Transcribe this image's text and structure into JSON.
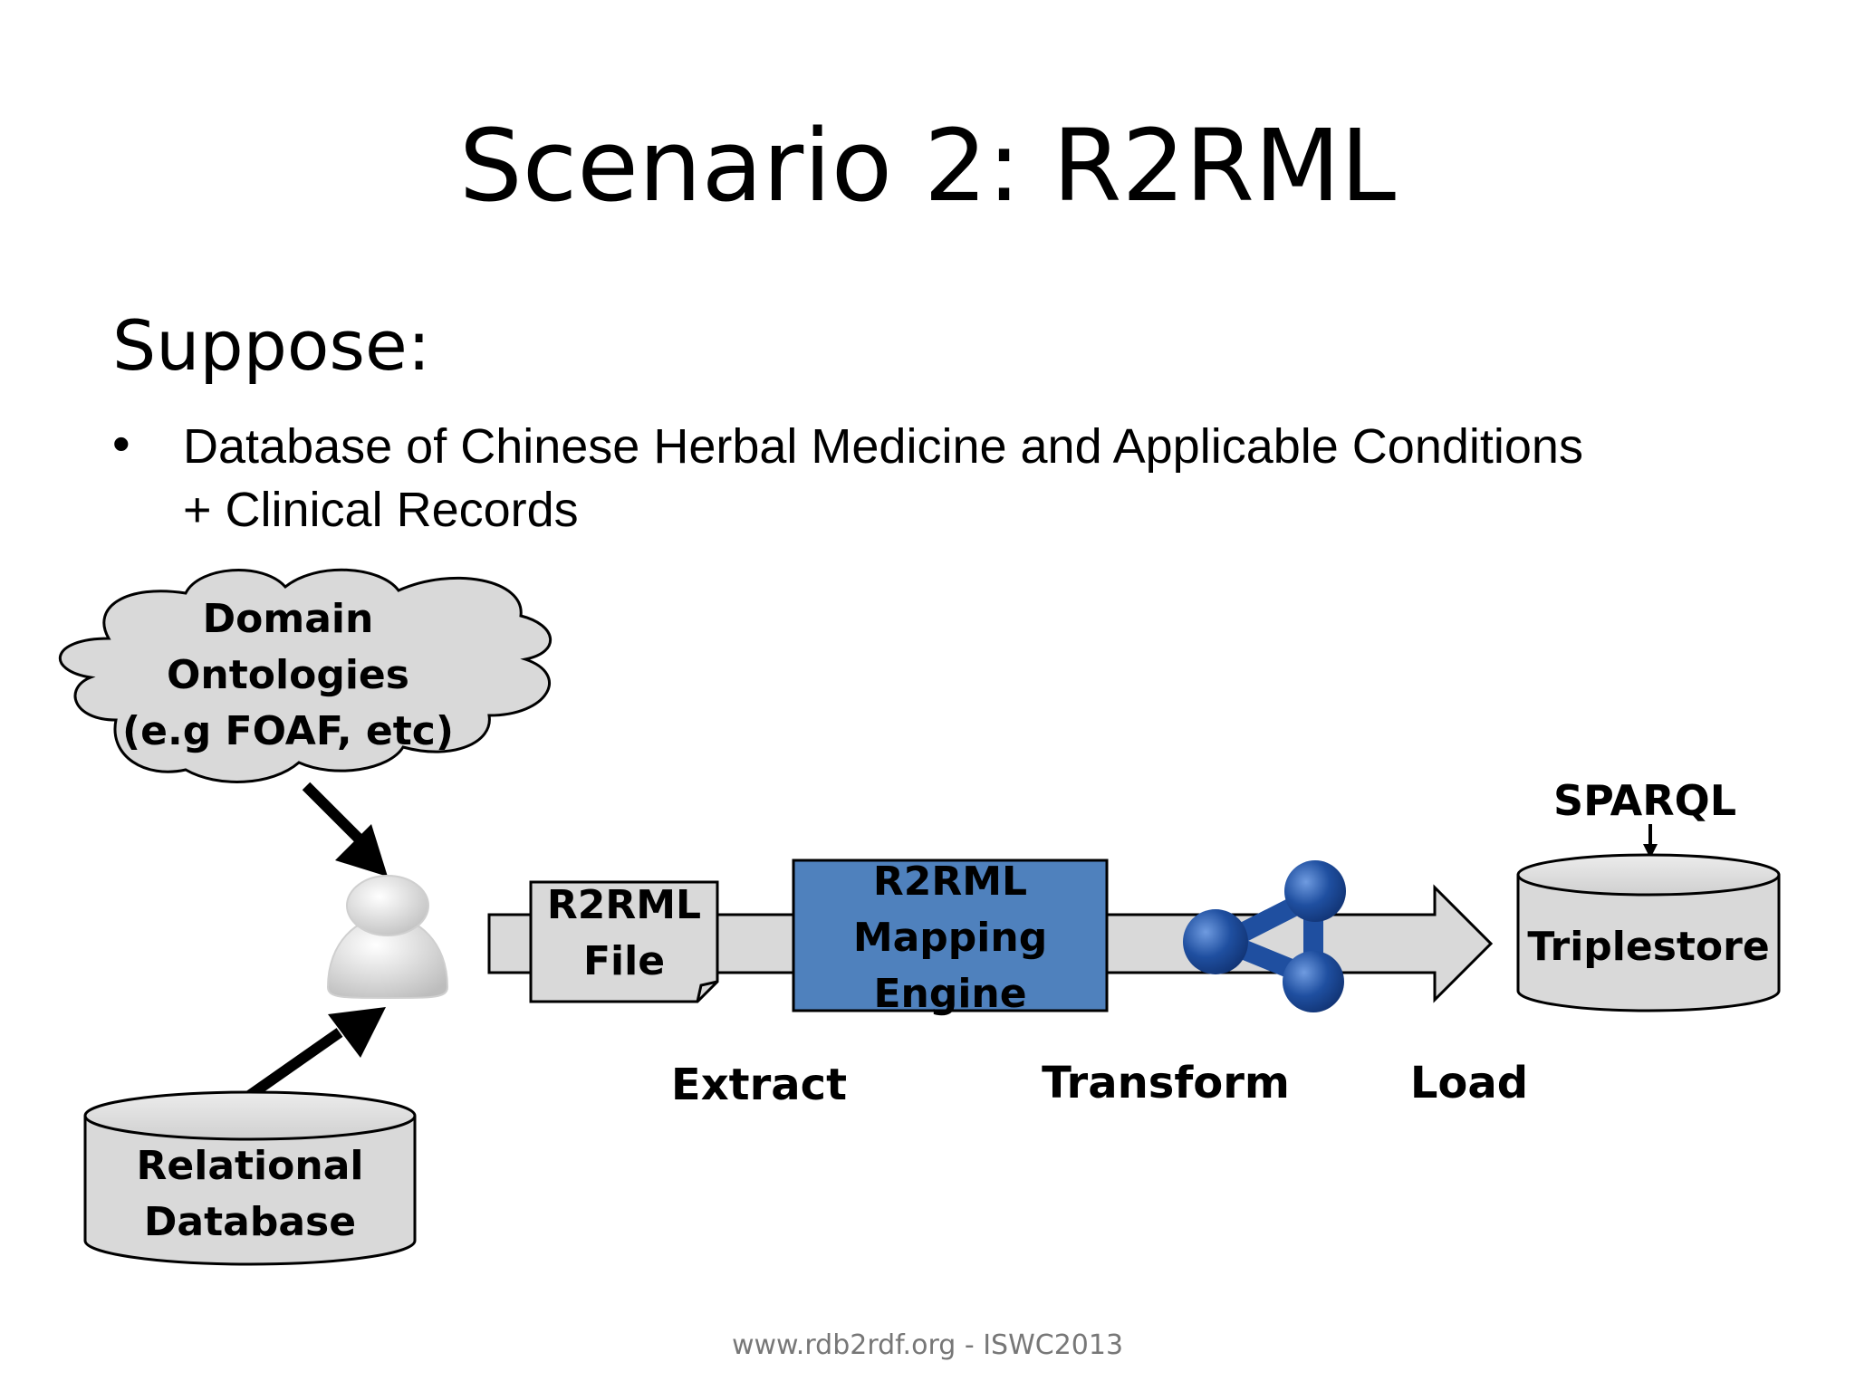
{
  "slide": {
    "title": "Scenario 2: R2RML",
    "heading": "Suppose:",
    "bullet_marker": "•",
    "bullet_lines": [
      "Database of Chinese Herbal Medicine and Applicable Conditions",
      "+ Clinical Records"
    ],
    "footer": "www.rdb2rdf.org - ISWC2013"
  },
  "diagram": {
    "cloud_lines": [
      "Domain",
      "Ontologies",
      "(e.g FOAF, etc)"
    ],
    "relational_db_lines": [
      "Relational",
      "Database"
    ],
    "r2rml_file_lines": [
      "R2RML",
      "File"
    ],
    "engine_lines": [
      "R2RML",
      "Mapping",
      "Engine"
    ],
    "sparql": "SPARQL",
    "triplestore": "Triplestore",
    "stages": [
      "Extract",
      "Transform",
      "Load"
    ],
    "colors": {
      "engine_fill": "#4f81bd",
      "shape_fill": "#d9d9d9",
      "rdf_logo": "#1f4fa0"
    },
    "icons": [
      "user-icon",
      "rdf-logo-icon"
    ]
  }
}
